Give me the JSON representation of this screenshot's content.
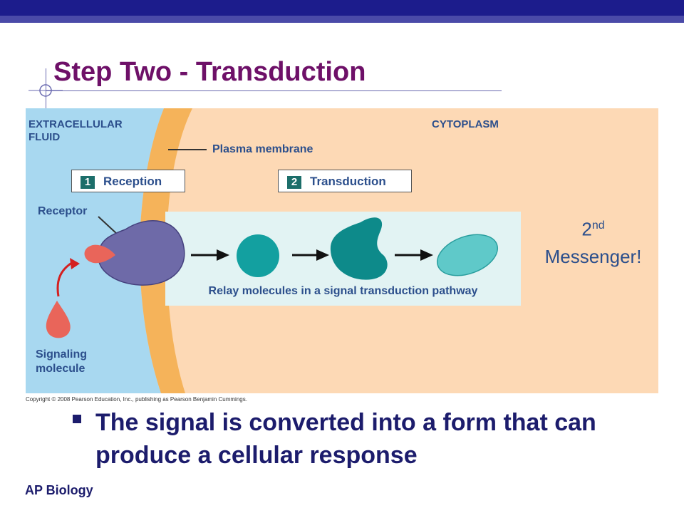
{
  "slide": {
    "title": "Step Two - Transduction",
    "bullet": "The signal is converted into a form that can produce a cellular response",
    "footer": "AP Biology",
    "copyright": "Copyright © 2008 Pearson Education, Inc., publishing as Pearson Benjamin Cummings."
  },
  "figure": {
    "extracellular_line1": "EXTRACELLULAR",
    "extracellular_line2": "FLUID",
    "cytoplasm": "CYTOPLASM",
    "plasma_membrane": "Plasma membrane",
    "reception_num": "1",
    "reception": "Reception",
    "transduction_num": "2",
    "transduction": "Transduction",
    "receptor": "Receptor",
    "relay": "Relay molecules in a signal transduction pathway",
    "signaling_line1": "Signaling",
    "signaling_line2": "molecule"
  },
  "annotation": {
    "number": "2",
    "superscript": "nd",
    "text": "Messenger!"
  },
  "colors": {
    "title": "#6e1068",
    "bullet": "#1c1c6c",
    "extracellular": "#a8d8f0",
    "membrane": "#f5b35a",
    "cytoplasm": "#fdd9b5",
    "relay_panel": "#e2f3f3",
    "receptor": "#6e6aa8",
    "signal": "#e9655a",
    "relay": "#13a0a0"
  }
}
